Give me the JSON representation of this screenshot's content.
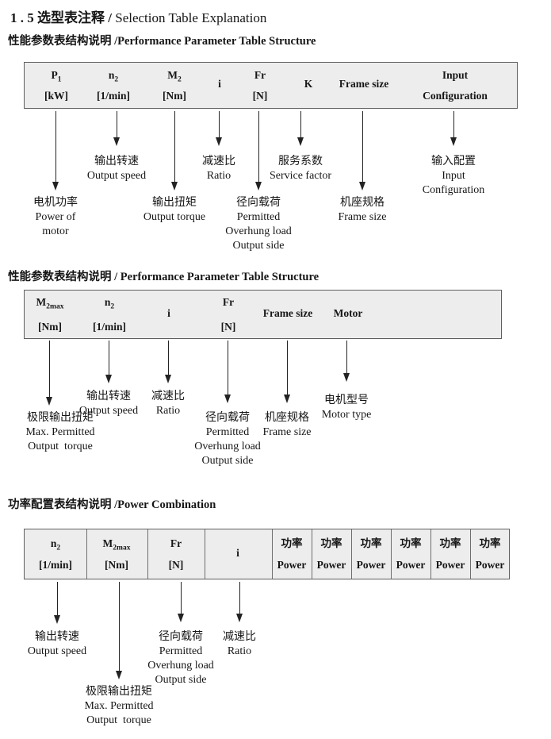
{
  "colors": {
    "background": "#ffffff",
    "table_bg": "#ededed",
    "table_border": "#5f5f5f",
    "line": "#232323",
    "text": "#161616"
  },
  "page_title": {
    "zh": "1 . 5 选型表注释 /",
    "en": " Selection Table Explanation"
  },
  "sections": [
    {
      "heading": {
        "zh": "性能参数表结构说明 ",
        "en": "/Performance Parameter Table Structure"
      },
      "table": {
        "cells": [
          {
            "name": "p1",
            "sym": "P",
            "sub": "1",
            "unit": "[kW]"
          },
          {
            "name": "n2",
            "sym": "n",
            "sub": "2",
            "unit": "[1/min]"
          },
          {
            "name": "m2",
            "sym": "M",
            "sub": "2",
            "unit": "[Nm]"
          },
          {
            "name": "i",
            "sym": "i",
            "sub": "",
            "unit": ""
          },
          {
            "name": "fr",
            "sym": "Fr",
            "sub": "",
            "unit": "[N]"
          },
          {
            "name": "k",
            "sym": "K",
            "sub": "",
            "unit": ""
          },
          {
            "name": "frame-size",
            "sym": "Frame size",
            "sub": "",
            "unit": ""
          },
          {
            "name": "input-configuration",
            "sym": "Input",
            "sub": "",
            "unit": "Configuration"
          }
        ]
      },
      "callouts": [
        {
          "name": "power-of-motor",
          "lines": [
            "电机功率",
            "Power of",
            "motor"
          ]
        },
        {
          "name": "output-speed",
          "lines": [
            "输出转速",
            "Output speed"
          ]
        },
        {
          "name": "output-torque",
          "lines": [
            "输出扭矩",
            "Output torque"
          ]
        },
        {
          "name": "ratio",
          "lines": [
            "减速比",
            "Ratio"
          ]
        },
        {
          "name": "overhung-load",
          "lines": [
            "径向载荷",
            "Permitted",
            "Overhung load",
            "Output side"
          ]
        },
        {
          "name": "service-factor",
          "lines": [
            "服务系数",
            "Service factor"
          ]
        },
        {
          "name": "frame-size",
          "lines": [
            "机座规格",
            "Frame size"
          ]
        },
        {
          "name": "input-configuration",
          "lines": [
            "输入配置",
            "Input",
            "Configuration"
          ]
        }
      ]
    },
    {
      "heading": {
        "zh": "性能参数表结构说明 ",
        "en": "/ Performance Parameter Table Structure"
      },
      "table": {
        "cells": [
          {
            "name": "m2max",
            "sym": "M",
            "sub": "2max",
            "unit": "[Nm]"
          },
          {
            "name": "n2",
            "sym": "n",
            "sub": "2",
            "unit": "[1/min]"
          },
          {
            "name": "i",
            "sym": "i",
            "sub": "",
            "unit": ""
          },
          {
            "name": "fr",
            "sym": "Fr",
            "sub": "",
            "unit": "[N]"
          },
          {
            "name": "frame-size",
            "sym": "Frame size",
            "sub": "",
            "unit": ""
          },
          {
            "name": "motor",
            "sym": "Motor",
            "sub": "",
            "unit": ""
          }
        ]
      },
      "callouts": [
        {
          "name": "max-output-torque",
          "lines": [
            "极限输出扭矩",
            "Max. Permitted",
            "Output  torque"
          ]
        },
        {
          "name": "output-speed",
          "lines": [
            "输出转速",
            "Output speed"
          ]
        },
        {
          "name": "ratio",
          "lines": [
            "减速比",
            "Ratio"
          ]
        },
        {
          "name": "overhung-load",
          "lines": [
            "径向载荷",
            "Permitted",
            "Overhung load",
            "Output side"
          ]
        },
        {
          "name": "frame-size",
          "lines": [
            "机座规格",
            "Frame size"
          ]
        },
        {
          "name": "motor-type",
          "lines": [
            "电机型号",
            "Motor type"
          ]
        }
      ]
    },
    {
      "heading": {
        "zh": "功率配置表结构说明 ",
        "en": "/Power Combination"
      },
      "table": {
        "cells": [
          {
            "name": "n2",
            "sym": "n",
            "sub": "2",
            "unit": "[1/min]"
          },
          {
            "name": "m2max",
            "sym": "M",
            "sub": "2max",
            "unit": "[Nm]"
          },
          {
            "name": "fr",
            "sym": "Fr",
            "sub": "",
            "unit": "[N]"
          },
          {
            "name": "i",
            "sym": "i",
            "sub": "",
            "unit": ""
          },
          {
            "name": "power-1",
            "sym": "功率",
            "sub": "",
            "unit": "Power"
          },
          {
            "name": "power-2",
            "sym": "功率",
            "sub": "",
            "unit": "Power"
          },
          {
            "name": "power-3",
            "sym": "功率",
            "sub": "",
            "unit": "Power"
          },
          {
            "name": "power-4",
            "sym": "功率",
            "sub": "",
            "unit": "Power"
          },
          {
            "name": "power-5",
            "sym": "功率",
            "sub": "",
            "unit": "Power"
          },
          {
            "name": "power-6",
            "sym": "功率",
            "sub": "",
            "unit": "Power"
          }
        ]
      },
      "callouts": [
        {
          "name": "output-speed",
          "lines": [
            "输出转速",
            "Output speed"
          ]
        },
        {
          "name": "max-output-torque",
          "lines": [
            "极限输出扭矩",
            "Max. Permitted",
            "Output  torque"
          ]
        },
        {
          "name": "overhung-load",
          "lines": [
            "径向载荷",
            "Permitted",
            "Overhung load",
            "Output side"
          ]
        },
        {
          "name": "ratio",
          "lines": [
            "减速比",
            "Ratio"
          ]
        }
      ]
    }
  ]
}
